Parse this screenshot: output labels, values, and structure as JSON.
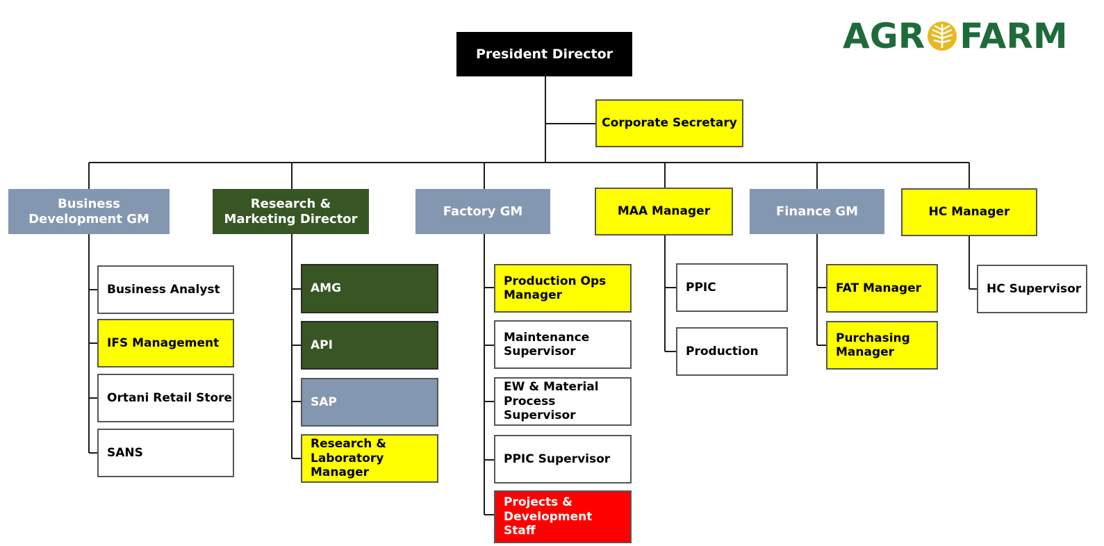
{
  "logo": {
    "part1": "AGR",
    "part2": "FARM",
    "icon": "wheat-leaf-icon",
    "color": "#1e6b3a",
    "icon_color": "#e8b820"
  },
  "top": {
    "president": "President Director",
    "secretary": "Corporate Secretary"
  },
  "gms": [
    "Business\nDevelopment GM",
    "Research &\nMarketing Director",
    "Factory GM",
    "MAA Manager",
    "Finance GM",
    "HC Manager"
  ],
  "business_dev": [
    "Business Analyst",
    "IFS Management",
    "Ortani Retail Store",
    "SANS"
  ],
  "research": [
    "AMG",
    "API",
    "SAP",
    "Research &\nLaboratory\nManager"
  ],
  "factory": [
    "Production Ops\nManager",
    "Maintenance\nSupervisor",
    "EW & Material\nProcess\nSupervisor",
    "PPIC Supervisor",
    "Projects &\nDevelopment\nStaff"
  ],
  "maa": [
    "PPIC",
    "Production"
  ],
  "finance": [
    "FAT Manager",
    "Purchasing\nManager"
  ],
  "hc": [
    "HC Supervisor"
  ],
  "colors": {
    "black": "#000000",
    "yellow": "#ffff00",
    "gray": "#8497b0",
    "green": "#375623",
    "red": "#ff0000",
    "white": "#ffffff"
  }
}
